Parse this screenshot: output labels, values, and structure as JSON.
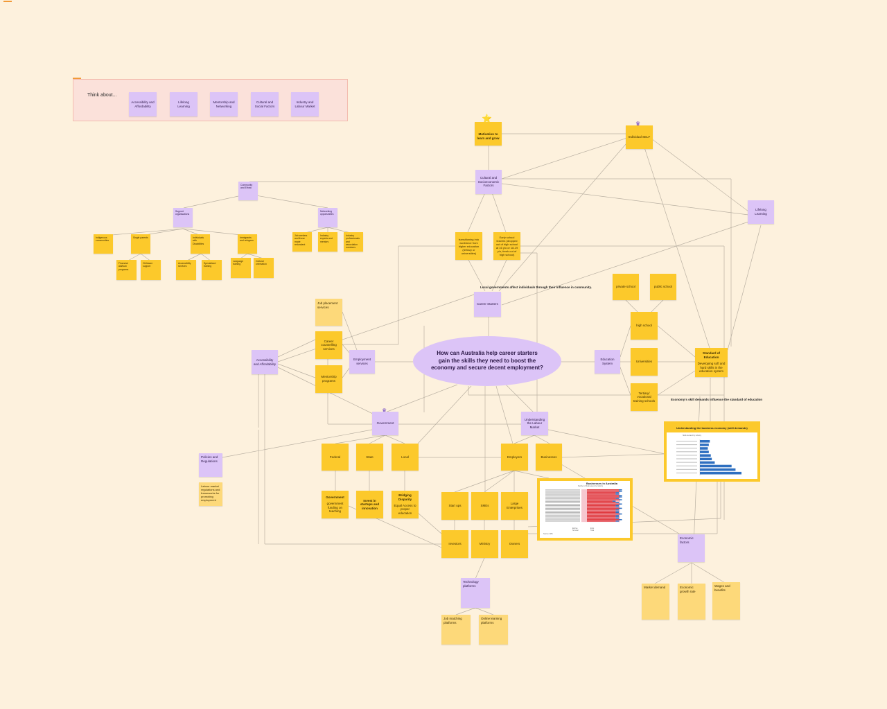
{
  "colors": {
    "canvas": "#fdf1dd",
    "yellow_note": "#fcc92b",
    "light_yellow_note": "#fdd97a",
    "purple_note": "#dcc4f7",
    "connector": "#b9b0a2",
    "frame_pink": "#fbe1da",
    "bar_blue": "#2e6fc0",
    "bar_red": "#e0393e"
  },
  "think_about": {
    "title": "Think about...",
    "items": [
      "Accessibility and Affordability",
      "Lifelong Learning",
      "Mentorship and Networking",
      "Cultural and Social Factors",
      "Industry and Labour Market"
    ]
  },
  "central_question": "How can Australia help career starters gain the skills they need to boost the economy and secure decent employment?",
  "annotations": {
    "local_gov": "Local governments affect individuals through their influence in community.",
    "economy_skill": "Economy's skill demands influence the standard of education"
  },
  "icons": {
    "star": "star-sticker",
    "crown": "crown-sticker"
  },
  "nodes": {
    "motivation": "Motivation to learn and grow",
    "individual_self": "Individual SELF",
    "cultural": "Cultural and Socioeconomic Factors",
    "lifelong": "Lifelong Learning",
    "transitioning": "transitioning into workforce from higher education (tertiary or universities)",
    "early_school": "Early school leavers (dropped out of high school at 16 y/o or 18-19 y/o, fresh out of high school)",
    "career_starters": "Career Starters",
    "private_school": "private school",
    "public_school": "public school",
    "high_school": "high school",
    "universities": "Universities",
    "tertiary": "Tertiary/ vocational training schools",
    "standard_title": "Standard of Education",
    "standard_body": "Developing soft and hard skills in the education system",
    "education_system": "Education System",
    "job_placement": "Job placement services",
    "career_counseling": "Career counselling services",
    "mentorship_programs": "Mentorship programs",
    "employment_services": "Employment services",
    "access_afford": "Accessibility and Affordability",
    "government": "Government",
    "understanding_labour": "Understanding the Labour Market",
    "federal": "Federal",
    "state": "State",
    "local": "Local",
    "employers": "Employers",
    "businesses": "Businesses",
    "gov_funding_title": "Government",
    "gov_funding_body": "government funding on teaching",
    "invest_startups": "Invest in startups and innovation",
    "bridging_title": "Bridging Disparity",
    "bridging_body": "Equal Access to proper education",
    "startups": "Start ups",
    "smes": "SMEs",
    "large_ent": "Large Enterprises",
    "investors": "Investors",
    "ministry": "Ministry",
    "owners": "Owners",
    "policies": "Policies and Regulations",
    "labour_regs": "Labour market regulations and frameworks for promoting employment",
    "tech_platforms": "Technology platforms",
    "job_matching": "Job matching platforms",
    "online_learning": "Online learning platforms",
    "economic_factors": "Economic factors",
    "market_demand": "Market demand",
    "economic_growth": "Economic growth rate",
    "wages": "Wages and benefits",
    "community": "Community and Ethnic",
    "support_orgs": "Support organisations",
    "networking_opps": "Networking opportunities",
    "indigenous": "Indigenous communities",
    "single_parents": "Single parents",
    "disabilities": "Individuals with Disabilities",
    "immigrants": "Immigrants and refugees",
    "job_seekers": "Job seekers and those made redundant",
    "industry_experts": "Industry experts and mentors",
    "industry_prof": "Industry professionals and association members",
    "financial_aid": "Financial aid/loan programs",
    "childcare": "Childcare support",
    "accessibility_services": "Accessibility services",
    "specialised_training": "Specialised training",
    "language_training": "Language training",
    "cultural_orientation": "Cultural orientation"
  },
  "charts": {
    "skills_demand": {
      "title": "Understanding the business economy (skill demands)",
      "subtitle": "Skills demand by industry"
    },
    "businesses_au": {
      "title": "Businesses in Australia",
      "subtitle": "Number of businesses by industry",
      "legend": [
        "Entries",
        "Exits",
        "Survival",
        "Total"
      ],
      "source": "Source: ABS"
    }
  },
  "chart_data": [
    {
      "type": "bar",
      "title": "Understanding the business economy (skill demands)",
      "orientation": "horizontal",
      "values": [
        1,
        0.9,
        0.8,
        0.9,
        1.1,
        1.2,
        1.5,
        3.2,
        3.6,
        4.2
      ],
      "color": "#2e6fc0"
    },
    {
      "type": "bar",
      "title": "Businesses in Australia",
      "orientation": "horizontal",
      "series": [
        {
          "values": [
            10,
            10,
            9,
            9,
            10,
            10,
            9,
            10,
            8,
            9,
            10,
            9,
            9,
            10,
            9,
            9,
            9,
            10,
            9,
            9,
            9,
            10,
            9
          ],
          "color": "#e0393e"
        },
        {
          "values": [
            1,
            1,
            1,
            1,
            1,
            1,
            1,
            1,
            1,
            1,
            1,
            1,
            1,
            1,
            1,
            1,
            1,
            1,
            1,
            1,
            1,
            1,
            1
          ],
          "color": "#2e6fc0"
        }
      ]
    }
  ]
}
